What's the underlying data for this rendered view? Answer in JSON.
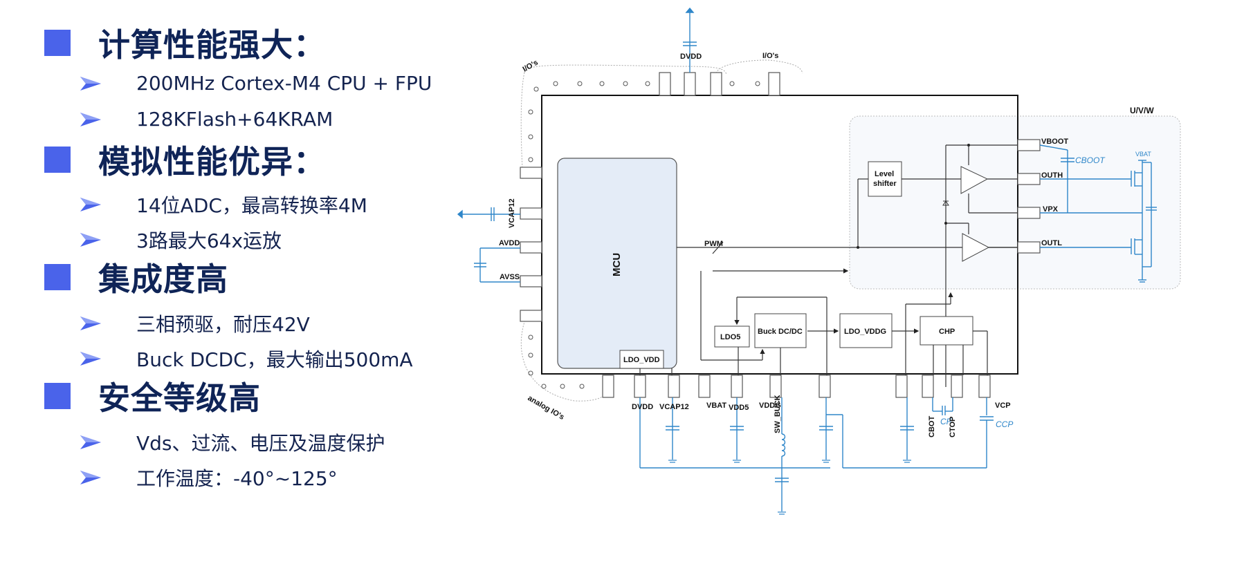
{
  "features": {
    "sections": [
      {
        "title": "计算性能强大：",
        "bullets": [
          "200MHz Cortex-M4 CPU + FPU",
          "128KFlash+64KRAM"
        ]
      },
      {
        "title": "模拟性能优异：",
        "bullets": [
          "14位ADC，最高转换率4M",
          "3路最大64x运放"
        ]
      },
      {
        "title": "集成度高",
        "bullets": [
          "三相预驱，耐压42V",
          "Buck DCDC，最大输出500mA"
        ]
      },
      {
        "title": "安全等级高",
        "bullets": [
          "Vds、过流、电压及温度保护",
          "工作温度：-40°~125°"
        ]
      }
    ],
    "bullet_color": "#4a63ea",
    "title_color": "#0f2457"
  },
  "diagram": {
    "colors": {
      "wire": "#333333",
      "external": "#2e86c9",
      "mcu_fill": "#e4ecf7",
      "driver_fill": "#f7f9fc"
    },
    "labels": {
      "io_top_left": "I/O's",
      "io_top_right": "I/O's",
      "dvdd_top": "DVDD",
      "uvw": "U/V/W",
      "analog_io": "analog IO's",
      "vcap12_left": "VCAP12",
      "avdd": "AVDD",
      "avss": "AVSS",
      "mcu": "MCU",
      "ldo_vdd": "LDO_VDD",
      "pwm": "PWM",
      "level_shifter_1": "Level",
      "level_shifter_2": "shifter",
      "ldo5": "LDO5",
      "buck": "Buck DC/DC",
      "ldo_vddg": "LDO_VDDG",
      "chp": "CHP",
      "vboot": "VBOOT",
      "outh": "OUTH",
      "vpx": "VPX",
      "outl": "OUTL",
      "cboot": "CBOOT",
      "vbat_ext": "VBAT",
      "dvdd_bottom": "DVDD",
      "vcap12_bottom": "VCAP12",
      "vdd5": "VDD5",
      "sw_buck": "SW_BUCK",
      "vbat": "VBAT",
      "vddg": "VDDG",
      "cbot": "CBOT",
      "cf": "CF",
      "ctop": "CTOP",
      "vcp": "VCP",
      "ccp": "CCP"
    }
  }
}
